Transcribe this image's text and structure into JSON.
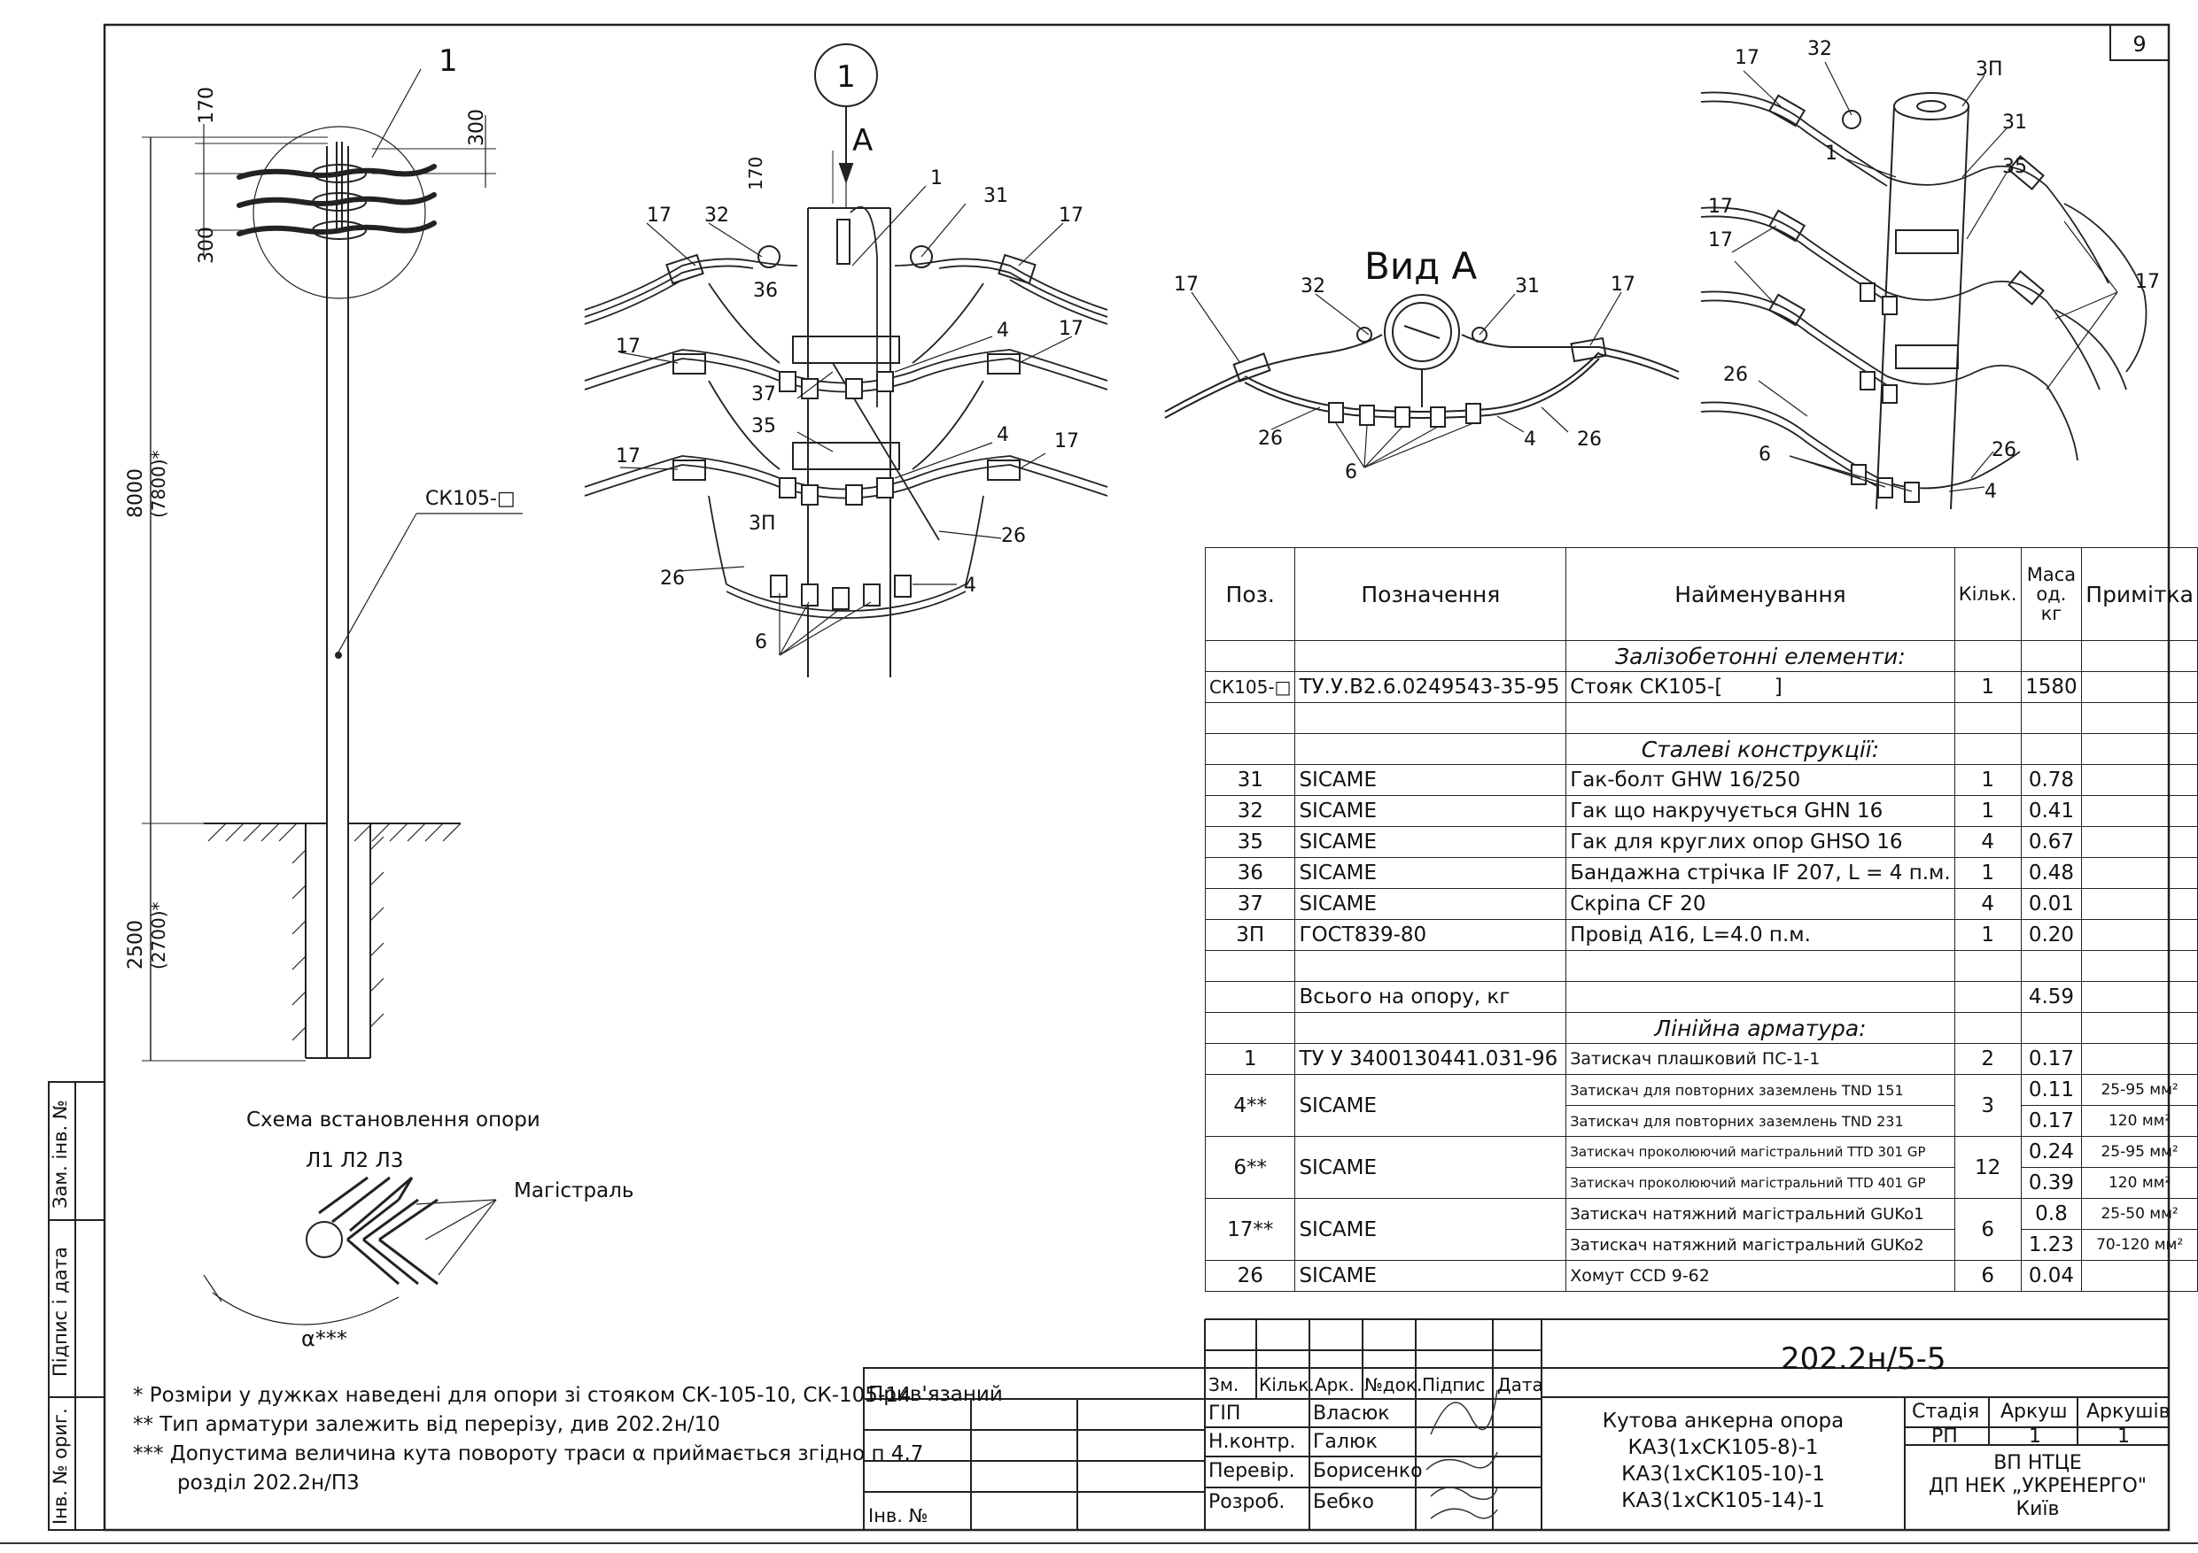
{
  "sheet": {
    "number": "9"
  },
  "pole_view": {
    "callout": "1",
    "dim_170": "170",
    "dim_300_right": "300",
    "dim_300_left": "300",
    "dim_height": "8000",
    "dim_height_alt": "(7800)*",
    "dim_ground": "2500",
    "dim_ground_alt": "(2700)*",
    "pole_label": "СК105-□"
  },
  "detail_1": {
    "callout": "1",
    "view_arrow": "A",
    "dim_170": "170",
    "labels": [
      "17",
      "32",
      "1",
      "31",
      "17",
      "36",
      "4",
      "17",
      "17",
      "37",
      "35",
      "4",
      "17",
      "17",
      "3П",
      "26",
      "26",
      "4",
      "6"
    ]
  },
  "view_a": {
    "title": "Вид А",
    "labels": [
      "17",
      "32",
      "31",
      "17",
      "26",
      "6",
      "4",
      "26"
    ]
  },
  "iso_view": {
    "labels": [
      "17",
      "32",
      "3П",
      "31",
      "35",
      "1",
      "17",
      "17",
      "17",
      "26",
      "6",
      "26",
      "4"
    ]
  },
  "scheme": {
    "title": "Схема встановлення опори",
    "lines": "Л1 Л2 Л3",
    "main_line": "Магістраль",
    "angle": "α***"
  },
  "notes": [
    "* Розміри у дужках наведені для опори зі стояком СК-105-10, СК-105-14",
    "** Тип арматури залежить від перерізу, див 202.2н/10",
    "*** Допустима величина кута повороту траси α приймається згідно п 4.7",
    "розділ 202.2н/П3"
  ],
  "bom": {
    "headers": [
      "Поз.",
      "Позначення",
      "Найменування",
      "Кільк.",
      "Маса од. кг",
      "Примітка"
    ],
    "sections": {
      "concrete": "Залізобетонні елементи:",
      "steel": "Сталеві конструкції:",
      "line": "Лінійна арматура:"
    },
    "rows": {
      "r1": [
        "СК105-□",
        "ТУ.У.В2.6.0249543-35-95",
        "Стояк СК105-[        ]",
        "1",
        "1580",
        ""
      ],
      "r31": [
        "31",
        "SICAME",
        "Гак-болт GHW 16/250",
        "1",
        "0.78"
      ],
      "r32": [
        "32",
        "SICAME",
        "Гак що накручується GHN 16",
        "1",
        "0.41"
      ],
      "r35": [
        "35",
        "SICAME",
        "Гак для круглих опор GHSO 16",
        "4",
        "0.67"
      ],
      "r36": [
        "36",
        "SICAME",
        "Бандажна стрічка IF 207, L = 4 п.м.",
        "1",
        "0.48"
      ],
      "r37": [
        "37",
        "SICAME",
        "Скріпа CF 20",
        "4",
        "0.01"
      ],
      "r3p": [
        "3П",
        "ГОСТ839-80",
        "Провід А16, L=4.0 п.м.",
        "1",
        "0.20"
      ],
      "total": [
        "Всього на опору, кг",
        "4.59"
      ],
      "p1": [
        "1",
        "ТУ У 3400130441.031-96",
        "Затискач плашковий ПС-1-1",
        "2",
        "0.17"
      ],
      "p4": {
        "pos": "4**",
        "des": "SICAME",
        "qty": "3",
        "a": [
          "Затискач для повторних заземлень TND 151",
          "0.11",
          "25-95 мм²"
        ],
        "b": [
          "Затискач для повторних заземлень TND 231",
          "0.17",
          "120 мм²"
        ]
      },
      "p6": {
        "pos": "6**",
        "des": "SICAME",
        "qty": "12",
        "a": [
          "Затискач проколюючий магістральний TTD 301 GP",
          "0.24",
          "25-95 мм²"
        ],
        "b": [
          "Затискач проколюючий магістральний TTD 401 GP",
          "0.39",
          "120 мм²"
        ]
      },
      "p17": {
        "pos": "17**",
        "des": "SICAME",
        "qty": "6",
        "a": [
          "Затискач натяжний магістральний GUKo1",
          "0.8",
          "25-50 мм²"
        ],
        "b": [
          "Затискач натяжний магістральний GUKo2",
          "1.23",
          "70-120 мм²"
        ]
      },
      "p26": [
        "26",
        "SICAME",
        "Хомут CCD 9-62",
        "6",
        "0.04"
      ]
    }
  },
  "title_block": {
    "doc_code": "202.2н/5-5",
    "cols": [
      "Зм.",
      "Кільк.",
      "Арк.",
      "№док.",
      "Підпис",
      "Дата"
    ],
    "roles": [
      "ГІП",
      "Н.контр.",
      "Перевір.",
      "Розроб."
    ],
    "names": [
      "Власюк",
      "Галюк",
      "Борисенко",
      "Бебко"
    ],
    "title_lines": [
      "Кутова анкерна опора",
      "КА3(1хСК105-8)-1",
      "КА3(1хСК105-10)-1",
      "КА3(1хСК105-14)-1"
    ],
    "stage_labels": [
      "Стадія",
      "Аркуш",
      "Аркушів"
    ],
    "stage_values": [
      "РП",
      "1",
      "1"
    ],
    "org_lines": [
      "ВП НТЦЕ",
      "ДП НЕК „УКРЕНЕРГО\"",
      "Київ"
    ],
    "bound": "Прив'язаний",
    "inv_no": "Інв. №"
  },
  "side_stamp": [
    "Інв. № ориг.",
    "Підпис і дата",
    "Зам. інв. №"
  ]
}
